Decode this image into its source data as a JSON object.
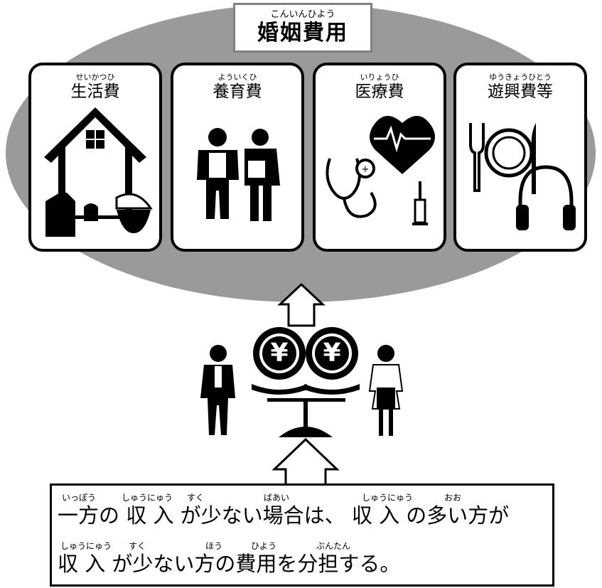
{
  "title": {
    "ruby": "こんいんひよう",
    "label": "婚姻費用"
  },
  "cards": [
    {
      "ruby": "せいかつひ",
      "label": "生活費",
      "icon": "house-icon"
    },
    {
      "ruby": "よういくひ",
      "label": "養育費",
      "icon": "parent-child-icon"
    },
    {
      "ruby": "いりょうひ",
      "label": "医療費",
      "icon": "heart-stethoscope-icon"
    },
    {
      "ruby": "ゆうきょうひとう",
      "label": "遊興費等",
      "icon": "dining-headphones-icon"
    }
  ],
  "center": {
    "currency_symbol": "¥"
  },
  "note": {
    "line1_ruby": [
      "いっぽう",
      "しゅうにゅう",
      "すく",
      "ばあい",
      "しゅうにゅう",
      "おお"
    ],
    "line1": "一方の 収 入 が少ない場合は、 収 入 の多い方が",
    "line2_ruby": [
      "しゅうにゅう",
      "すく",
      "ほう",
      "ひよう",
      "ぶんたん"
    ],
    "line2": "収 入 が少ない方の費用を分担する。"
  },
  "colors": {
    "ellipse": "#9a9a9a",
    "border": "#000000",
    "title_border": "#808080"
  }
}
